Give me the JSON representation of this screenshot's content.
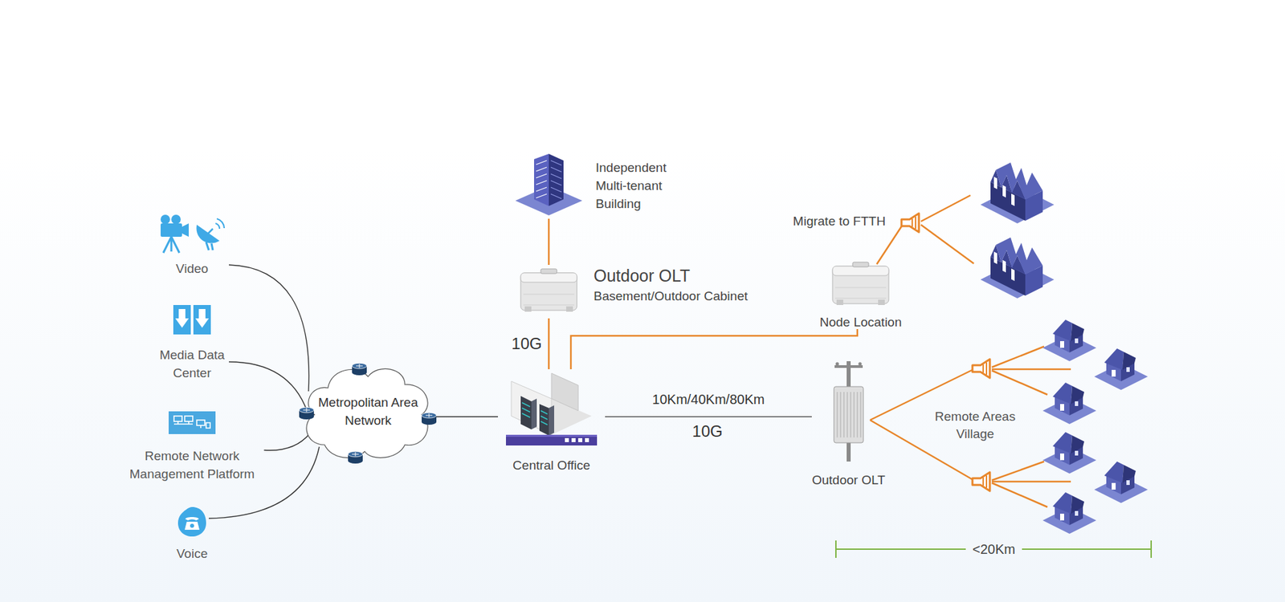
{
  "diagram": {
    "nodes": [
      {
        "text": [
          "Video"
        ]
      },
      {
        "text": [
          "Media Data Center"
        ]
      },
      {
        "text": [
          "Remote Network Management Platform"
        ]
      },
      {
        "text": [
          "Voice"
        ]
      },
      {
        "text": [
          "Metropolitan Area Network"
        ]
      },
      {
        "text": [
          "Central Office"
        ]
      },
      {
        "text": [
          "Independent Multi-tenant Building"
        ]
      },
      {
        "text": [
          "Outdoor OLT",
          "Basement/Outdoor Cabinet"
        ]
      },
      {
        "text": [
          "Node Location"
        ]
      },
      {
        "text": [
          "Outdoor OLT"
        ]
      }
    ],
    "edges": [
      {
        "from": 0,
        "to": 4,
        "arrow": "none"
      },
      {
        "from": 1,
        "to": 4,
        "arrow": "none"
      },
      {
        "from": 2,
        "to": 4,
        "arrow": "none"
      },
      {
        "from": 3,
        "to": 4,
        "arrow": "none"
      },
      {
        "from": 4,
        "to": 5,
        "arrow": "none"
      },
      {
        "from": 5,
        "to": 7,
        "label": "10G",
        "arrow": "none"
      },
      {
        "from": 7,
        "to": 6,
        "arrow": "none"
      },
      {
        "from": 5,
        "to": 8,
        "arrow": "none"
      },
      {
        "from": 5,
        "to": 9,
        "label": "10Km/40Km/80Km",
        "arrow": "none"
      }
    ],
    "labels": [
      "Migrate to FTTH",
      "10G",
      "Remote Areas Village",
      "<20Km"
    ]
  }
}
